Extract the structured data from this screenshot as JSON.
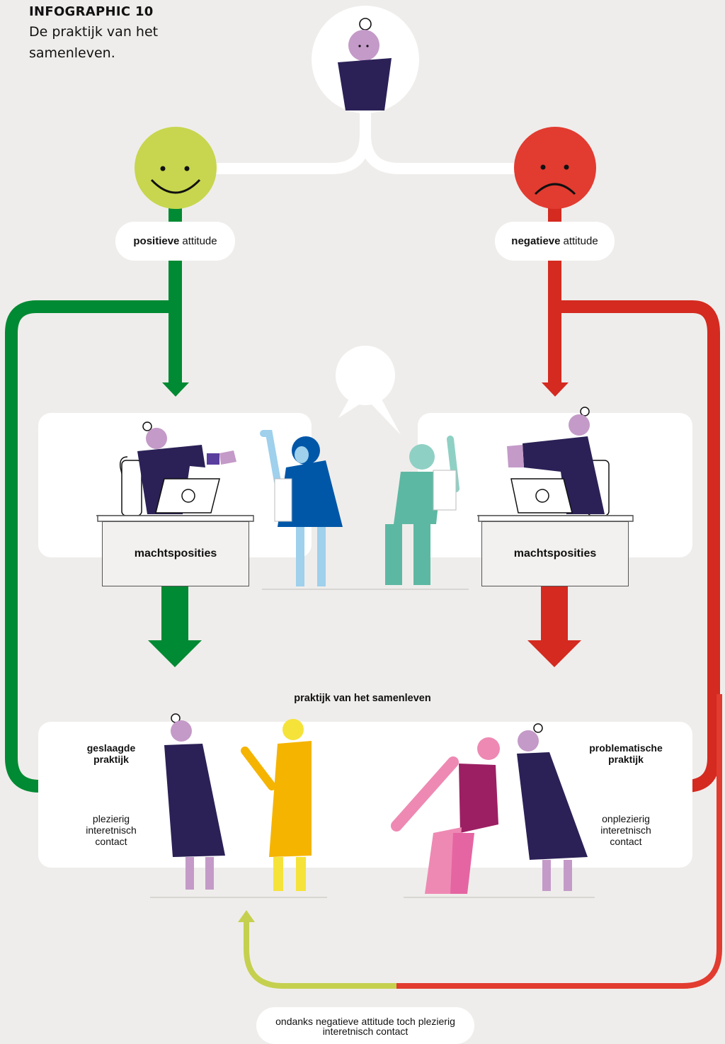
{
  "header": {
    "eyebrow": "INFOGRAPHIC 10",
    "title": "De praktijk van het samenleven."
  },
  "attitudes": {
    "positive": {
      "bold": "positieve",
      "rest": "attitude",
      "color": "#c7d64e"
    },
    "negative": {
      "bold": "negatieve",
      "rest": "attitude",
      "color": "#e23b30"
    }
  },
  "power": {
    "left_label": "machtsposities",
    "right_label": "machtsposities"
  },
  "practice": {
    "heading": "praktijk van het samenleven",
    "success_title": "geslaagde praktijk",
    "success_desc": "plezierig interetnisch contact",
    "problem_title": "problematische praktijk",
    "problem_desc": "onplezierig interetnisch contact"
  },
  "bottom_note": "ondanks negatieve attitude toch plezierig interetnisch contact",
  "colors": {
    "green": "#008a33",
    "red": "#d42a20",
    "lime": "#c5d04f",
    "navy": "#2b2156",
    "lilac": "#c49ac8"
  },
  "icons": [
    "smiley-face-icon",
    "frown-face-icon",
    "laptop-icon",
    "speech-bubble-icon",
    "person-icon"
  ]
}
